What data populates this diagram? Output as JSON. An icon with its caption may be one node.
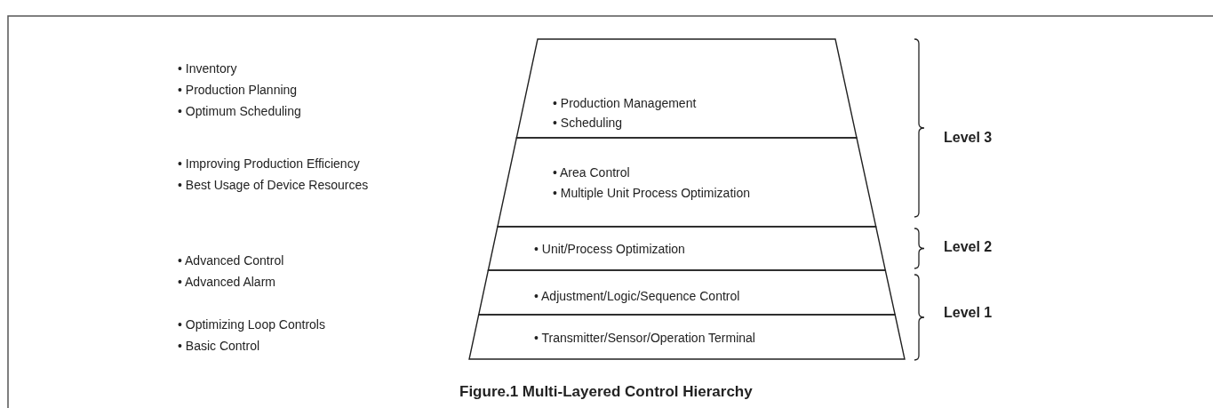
{
  "diagram": {
    "caption": "Figure.1 Multi-Layered Control Hierarchy",
    "nodes": [
      {
        "text": [
          "• Production Management",
          "• Scheduling"
        ]
      },
      {
        "text": [
          "• Area Control",
          "• Multiple Unit Process Optimization"
        ]
      },
      {
        "text": [
          "• Unit/Process Optimization"
        ]
      },
      {
        "text": [
          "• Adjustment/Logic/Sequence Control"
        ]
      },
      {
        "text": [
          "• Transmitter/Sensor/Operation Terminal"
        ]
      }
    ],
    "edges": [],
    "labels": [
      "• Inventory",
      "• Production Planning",
      "• Optimum Scheduling",
      "Level 3",
      "• Improving Production Efficiency",
      "• Best Usage of Device Resources",
      "Level 2",
      "• Advanced Control",
      "• Advanced Alarm",
      "Level 1",
      "• Optimizing Loop Controls",
      "• Basic Control"
    ]
  }
}
